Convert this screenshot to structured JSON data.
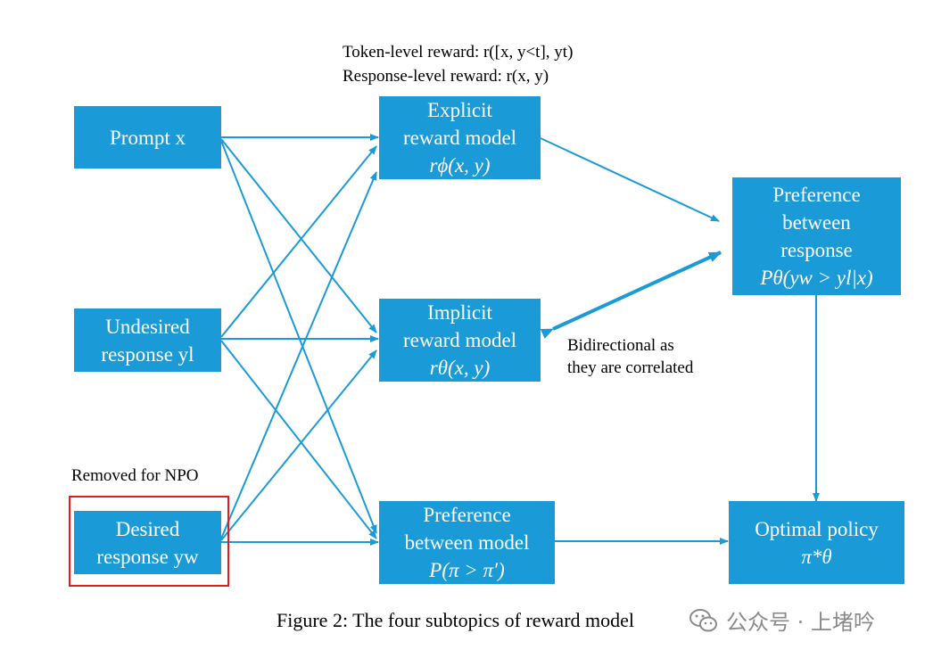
{
  "labels": {
    "token_reward": "Token-level reward: r([x, y<t], yt)",
    "response_reward": "Response-level reward: r(x, y)",
    "bidirectional_line1": "Bidirectional as",
    "bidirectional_line2": "they are correlated",
    "removed_for_npo": "Removed for NPO",
    "caption": "Figure 2: The four subtopics of reward model",
    "watermark": "公众号 · 上堵吟"
  },
  "nodes": {
    "prompt": {
      "line1": "Prompt x"
    },
    "undesired": {
      "line1": "Undesired",
      "line2": "response yl"
    },
    "desired": {
      "line1": "Desired",
      "line2": "response yw"
    },
    "explicit_rm": {
      "line1": "Explicit",
      "line2": "reward model",
      "line3": "rϕ(x, y)"
    },
    "implicit_rm": {
      "line1": "Implicit",
      "line2": "reward model",
      "line3": "rθ(x, y)"
    },
    "pref_between_model": {
      "line1": "Preference",
      "line2": "between model",
      "line3": "P(π > π′)"
    },
    "pref_between_response": {
      "line1": "Preference",
      "line2": "between",
      "line3": "response",
      "line4": "Pθ(yw > yl|x)"
    },
    "optimal_policy": {
      "line1": "Optimal policy",
      "line2": "π*θ"
    }
  },
  "colors": {
    "box": "#1a9bd7",
    "arrow": "#1a9bd7",
    "highlight": "#e31b23",
    "watermark": "#8a8a8a"
  }
}
